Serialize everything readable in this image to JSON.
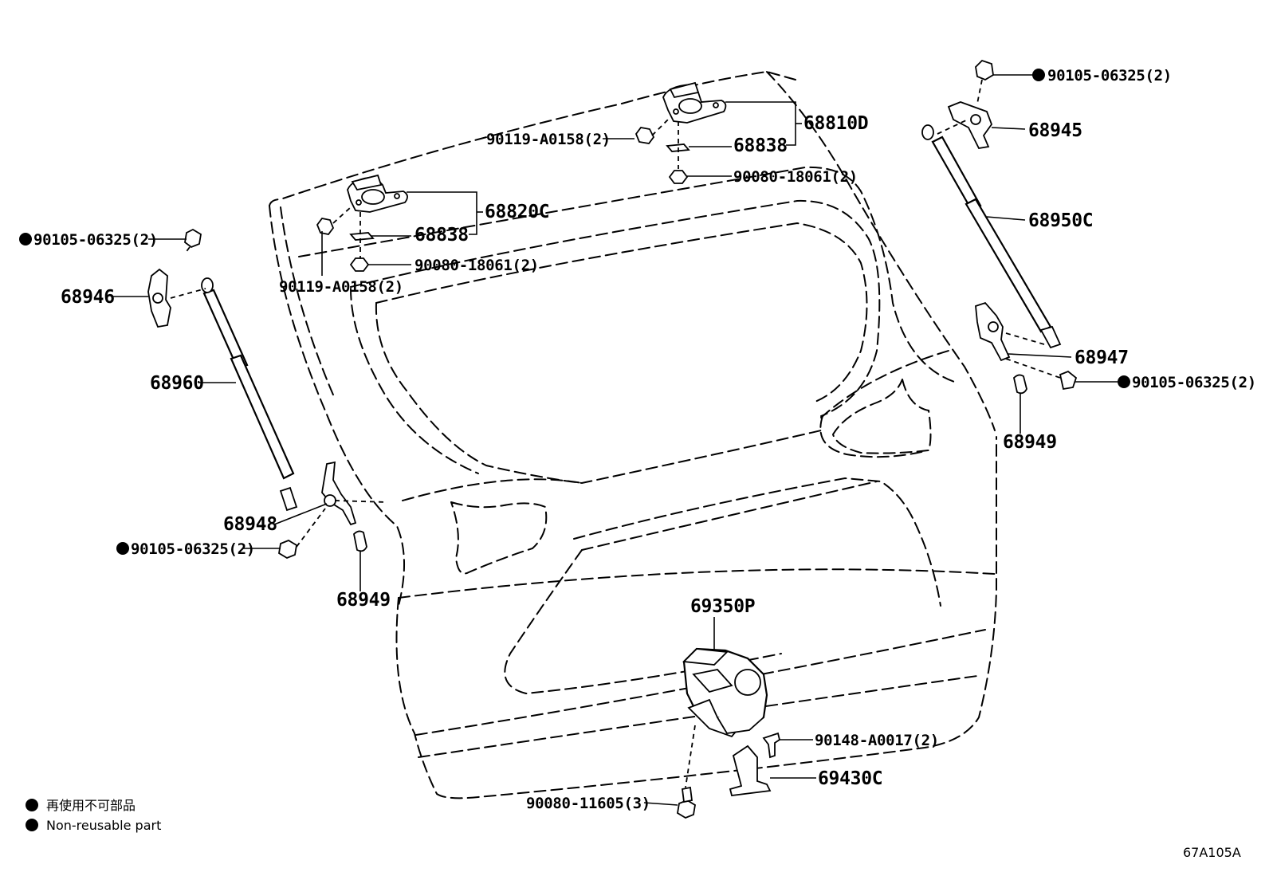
{
  "labels": {
    "hinge_rh_assy": "68810D",
    "hinge_rh_shim": "68838",
    "hinge_rh_bolt": "90119-A0158(2)",
    "hinge_rh_nut": "90080-18061(2)",
    "hinge_lh_assy": "68820C",
    "hinge_lh_shim": "68838",
    "hinge_lh_nut": "90080-18061(2)",
    "hinge_lh_bolt": "90119-A0158(2)",
    "bolt_top_right": "90105-06325(2)",
    "bracket_68945": "68945",
    "stay_rh": "68950C",
    "bracket_68947": "68947",
    "bolt_mid_right": "90105-06325(2)",
    "cushion_rh": "68949",
    "bolt_top_left": "90105-06325(2)",
    "bracket_68946": "68946",
    "stay_lh": "68960",
    "bracket_68948": "68948",
    "bolt_lower_left": "90105-06325(2)",
    "cushion_lh": "68949",
    "lock_assy": "69350P",
    "screw_90148": "90148-A0017(2)",
    "striker": "69430C",
    "bolt_lock": "90080-11605(3)"
  },
  "legend": {
    "line1": "再使用不可部品",
    "line2": "Non-reusable part"
  },
  "diagram_code": "67A105A",
  "colors": {
    "ink": "#000000",
    "background": "#ffffff"
  }
}
